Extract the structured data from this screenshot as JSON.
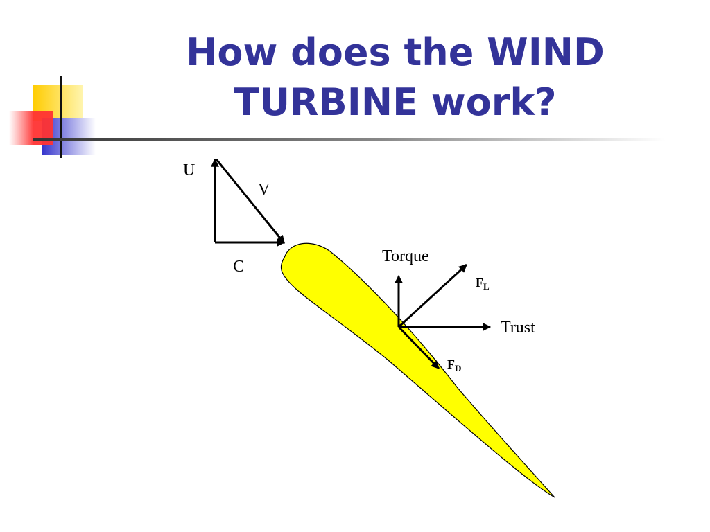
{
  "title": {
    "line1": "How does the WIND",
    "line2": "TURBINE work?"
  },
  "colors": {
    "title": "#333399",
    "blade": "#FFFF00",
    "accent_red": "#FF3333",
    "accent_yellow": "#FFCC00",
    "accent_blue": "#3333CC"
  },
  "velocity_triangle": {
    "u_label": "U",
    "v_label": "V",
    "c_label": "C"
  },
  "forces": {
    "torque_label": "Torque",
    "trust_label": "Trust",
    "lift_main": "F",
    "lift_sub": "L",
    "drag_main": "F",
    "drag_sub": "D"
  }
}
